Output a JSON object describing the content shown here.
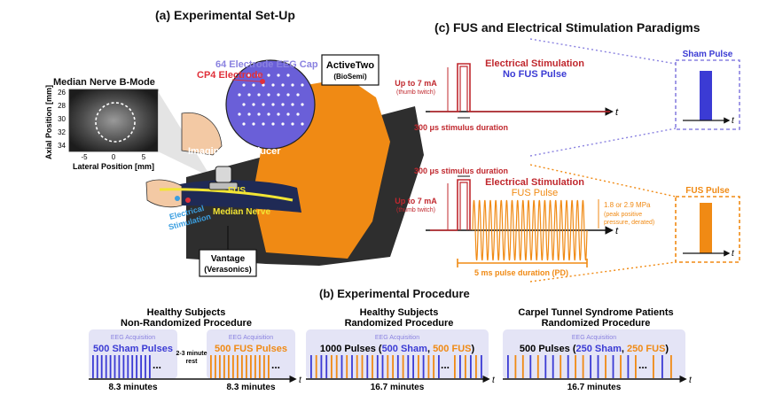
{
  "colors": {
    "sham": "#3b3bd4",
    "fus": "#f08a14",
    "electrical": "#c0282e",
    "eeg_cap": "#6a5fd8",
    "nerve": "#f2e534",
    "body_orange": "#f08a14",
    "panel_bg": "#e4e4f6",
    "eeg_label": "#8a82e0",
    "stim_blue": "#3a9ee0"
  },
  "icons": {
    "transducer": "ultrasound-transducer-icon",
    "electrode": "stimulation-electrode-icon",
    "cap": "eeg-cap-icon"
  },
  "panel_a": {
    "title": "(a)   Experimental Set-Up",
    "bmode": {
      "title": "Median Nerve B-Mode",
      "y_label": "Axial Position [mm]",
      "x_label": "Lateral Position [mm]",
      "y_ticks": [
        "26",
        "28",
        "30",
        "32",
        "34"
      ],
      "x_ticks": [
        "-5",
        "0",
        "5"
      ]
    },
    "eeg_cap": "64 Electrode EEG Cap",
    "cp4": "CP4 Electrode",
    "activetwo": "ActiveTwo",
    "biosemi": "(BioSemi)",
    "imaging": "Imaging Transducer",
    "fus": "FUS",
    "nerve": "Median Nerve",
    "electrical": "Electrical",
    "stimulation": "Stimulation",
    "vantage": "Vantage",
    "verasonics": "(Verasonics)"
  },
  "panel_c": {
    "title": "(c)   FUS and Electrical Stimulation Paradigms",
    "top": {
      "label1": "Electrical Stimulation",
      "label2": "No FUS Pulse",
      "amp1": "Up to 7 mA",
      "amp2": "(thumb twitch)",
      "duration": "300 μs stimulus duration",
      "t": "t"
    },
    "bottom": {
      "duration_top": "300 μs stimulus duration",
      "label1": "Electrical Stimulation",
      "label2": "FUS Pulse",
      "amp1": "Up to 7 mA",
      "amp2": "(thumb twitch)",
      "pressure1": "1.8 or 2.9 MPa",
      "pressure2": "(peak positive",
      "pressure3": "pressure, derated)",
      "pd": "5 ms pulse duration (PD)",
      "t": "t"
    },
    "sham_title": "Sham Pulse",
    "fus_title": "FUS Pulse",
    "t": "t"
  },
  "panel_b": {
    "title": "(b)   Experimental Procedure",
    "groups": [
      {
        "title1": "Healthy Subjects",
        "title2": "Non-Randomized Procedure",
        "eeg": "EEG Acquisition",
        "eeg2": "EEG Acquisition",
        "label_sham": "500 Sham Pulses",
        "label_fus": "500 FUS Pulses",
        "rest1": "2-3 minute",
        "rest2": "rest",
        "time1": "8.3 minutes",
        "time2": "8.3 minutes",
        "t": "t"
      },
      {
        "title1": "Healthy Subjects",
        "title2": "Randomized Procedure",
        "eeg": "EEG Acquisition",
        "label_pre": "1000 Pulses (",
        "label_sham": "500 Sham",
        "label_sep": ", ",
        "label_fus": "500 FUS",
        "label_post": ")",
        "time": "16.7 minutes",
        "t": "t"
      },
      {
        "title1": "Carpel Tunnel Syndrome Patients",
        "title2": "Randomized Procedure",
        "eeg": "EEG Acquisition",
        "label_pre": "500 Pulses (",
        "label_sham": "250 Sham",
        "label_sep": ", ",
        "label_fus": "250 FUS",
        "label_post": ")",
        "time": "16.7 minutes",
        "t": "t"
      }
    ],
    "ellipsis": "..."
  }
}
